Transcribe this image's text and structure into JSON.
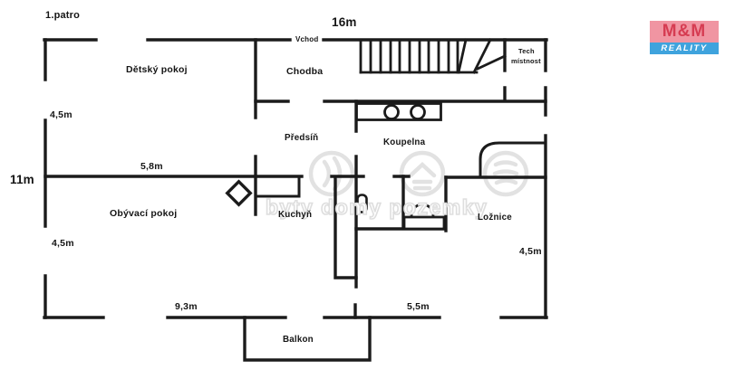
{
  "floor_label": "1.patro",
  "entrance_label": "Vchod",
  "rooms": {
    "detsky_pokoj": "Dětský pokoj",
    "chodba": "Chodba",
    "tech_mistnost_line1": "Tech",
    "tech_mistnost_line2": "místnost",
    "predsin": "Předsíň",
    "koupelna": "Koupelna",
    "kuchyn": "Kuchyň",
    "obyvaci_pokoj": "Obývací pokoj",
    "loznice": "Ložnice",
    "balkon": "Balkon"
  },
  "dimensions": {
    "top_width": "16m",
    "left_total_height": "11m",
    "left_upper": "4,5m",
    "left_lower": "4,5m",
    "right_lower": "4,5m",
    "living_width": "5,8m",
    "bottom_left": "9,3m",
    "bottom_middle": "5,5m"
  },
  "watermark": {
    "text": "byty domy pozemky"
  },
  "logo": {
    "top_text": "M&M",
    "bottom_text": "REALITY",
    "colors": {
      "pink": "#F095A2",
      "red": "#D63C52",
      "blue": "#3FA3DD"
    }
  },
  "colors": {
    "wall": "#1B1B1B",
    "watermark_gray": "#E2E2E2",
    "background": "#FFFFFF"
  }
}
